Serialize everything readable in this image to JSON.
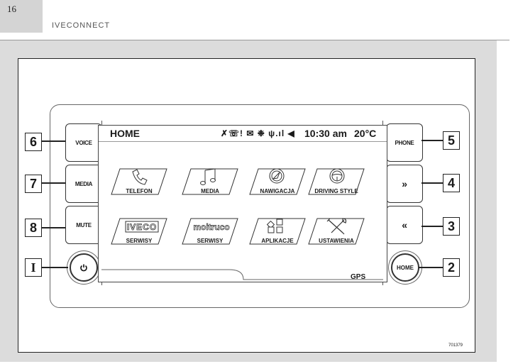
{
  "page": {
    "number": "16",
    "title": "IVECONNECT",
    "figure_code": "701379"
  },
  "screen": {
    "title": "HOME",
    "status_icons": "✗☏! ✉ ❉ ψ.ıl ◀",
    "time": "10:30 am",
    "temperature": "20°C",
    "gps": "GPS",
    "tiles": [
      {
        "label": "TELEFON",
        "icon": "phone-icon"
      },
      {
        "label": "MEDIA",
        "icon": "music-note-icon"
      },
      {
        "label": "NAWIGACJA",
        "icon": "compass-icon"
      },
      {
        "label": "DRIVING STYLE",
        "icon": "steering-wheel-icon"
      },
      {
        "label": "SERWISY",
        "logo": "IVECO"
      },
      {
        "label": "SERWISY",
        "logo": "moitruco"
      },
      {
        "label": "APLIKACJE",
        "icon": "apps-icon"
      },
      {
        "label": "USTAWIENIA",
        "icon": "tools-icon"
      }
    ]
  },
  "buttons": {
    "voice": "VOICE",
    "media": "MEDIA",
    "mute": "MUTE",
    "power_icon": "power-icon",
    "phone": "PHONE",
    "next": "»",
    "prev": "«",
    "home": "HOME"
  },
  "callouts": {
    "voice": "6",
    "media": "7",
    "mute": "8",
    "power": "I",
    "home": "2",
    "prev": "3",
    "next": "4",
    "phone": "5"
  }
}
